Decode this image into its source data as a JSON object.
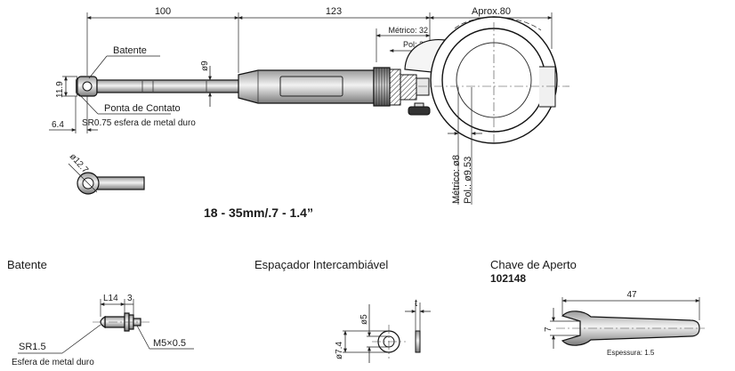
{
  "main_drawing": {
    "dim_100": "100",
    "dim_123": "123",
    "dim_aprox": "Aprox.80",
    "metric_32": "Métrico: 32",
    "pol_25": "Pol: 25",
    "batente": "Batente",
    "phi9": "ø9",
    "dim_11_9": "11.9",
    "ponta": "Ponta de Contato",
    "sr075": "SR0.75 esfera de metal duro",
    "dim_6_4": "6.4",
    "phi12_7": "ø12.7",
    "metric_phi8": "Métrico: ø8",
    "pol_phi953": "Pol.: ø9.53",
    "range": "18 - 35mm/.7 - 1.4”"
  },
  "batente_section": {
    "title": "Batente",
    "l14": "L14",
    "dim_3": "3",
    "sr15": "SR1.5",
    "m5": "M5×0.5",
    "esfera": "Esfera de metal duro"
  },
  "espacador_section": {
    "title": "Espaçador Intercambiável",
    "phi5": "ø5",
    "phi74": "ø7.4",
    "t": "t"
  },
  "chave_section": {
    "title": "Chave de Aperto",
    "code": "102148",
    "dim_47": "47",
    "dim_7": "7",
    "espessura": "Espessura: 1.5"
  }
}
